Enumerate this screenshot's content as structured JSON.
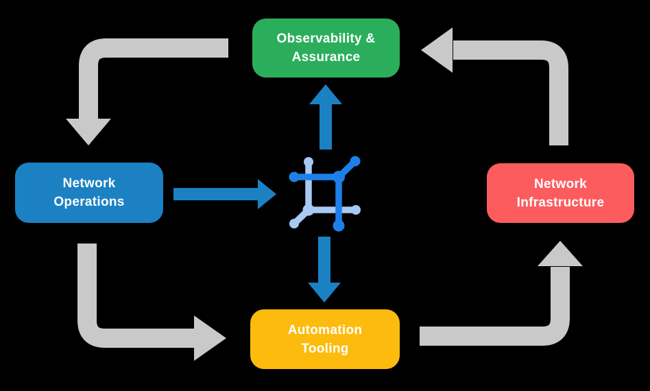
{
  "colors": {
    "background": "#000000",
    "text": "#FFFFFF",
    "green": "#2BAE5C",
    "blue": "#1C81C3",
    "red": "#FC5C5E",
    "yellow": "#FCBB0D",
    "gray_arrow": "#C9C9C9",
    "blue_arrow": "#1C81C3",
    "icon_dark": "#1E7FE9",
    "icon_light": "#A8C8F5"
  },
  "nodes": {
    "observability": {
      "line1": "Observability &",
      "line2": "Assurance",
      "color": "#2BAE5C"
    },
    "operations": {
      "line1": "Network",
      "line2": "Operations",
      "color": "#1C81C3"
    },
    "infrastructure": {
      "line1": "Network",
      "line2": "Infrastructure",
      "color": "#FC5C5E"
    },
    "automation": {
      "line1": "Automation",
      "line2": "Tooling",
      "color": "#FCBB0D"
    }
  },
  "arrows": {
    "cycle": [
      {
        "from": "observability",
        "to": "operations",
        "color": "#C9C9C9"
      },
      {
        "from": "operations",
        "to": "automation",
        "color": "#C9C9C9"
      },
      {
        "from": "automation",
        "to": "infrastructure",
        "color": "#C9C9C9"
      },
      {
        "from": "infrastructure",
        "to": "observability",
        "color": "#C9C9C9"
      }
    ],
    "center": [
      {
        "from": "operations",
        "to": "center-icon",
        "color": "#1C81C3"
      },
      {
        "from": "center-icon",
        "to": "observability",
        "color": "#1C81C3"
      },
      {
        "from": "center-icon",
        "to": "automation",
        "color": "#1C81C3"
      }
    ]
  },
  "icons": {
    "center": {
      "name": "network-mesh-icon",
      "dark": "#1E7FE9",
      "light": "#A8C8F5"
    }
  }
}
